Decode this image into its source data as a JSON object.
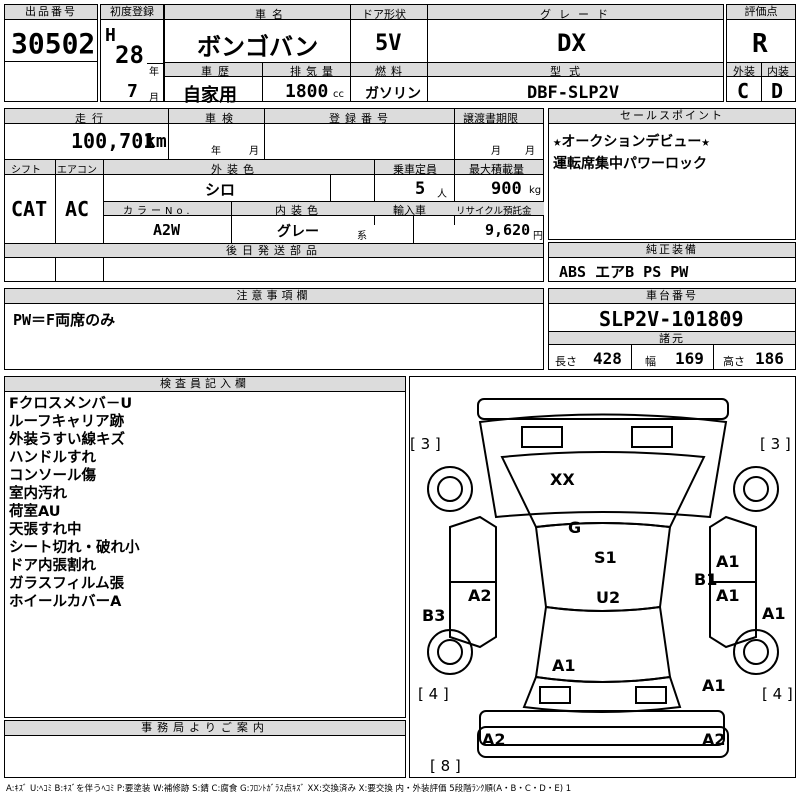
{
  "labels": {
    "lot_no": "出品番号",
    "first_reg": "初度登録",
    "car_name": "車名",
    "door": "ドア形状",
    "grade": "グレード",
    "score": "評価点",
    "history": "車歴",
    "displacement": "排気量",
    "fuel": "燃料",
    "model": "型式",
    "exterior": "外装",
    "interior": "内装",
    "mileage": "走行",
    "inspection": "車検",
    "reg_no": "登録番号",
    "transfer": "譲渡書期限",
    "sales_point": "セールスポイント",
    "shift": "シフト",
    "aircon": "エアコン",
    "ext_color": "外装色",
    "capacity": "乗車定員",
    "max_load": "最大積載量",
    "color_no": "カラーNo.",
    "int_color": "内装色",
    "import": "輸入車",
    "recycle": "リサイクル預託金",
    "later_parts": "後日発送部品",
    "options": "純正装備",
    "notes": "注意事項欄",
    "chassis": "車台番号",
    "specs": "諸元",
    "inspector": "検査員記入欄",
    "office": "事務局よりご案内",
    "year_u": "年",
    "month_u": "月",
    "km_u": "km",
    "cc_u": "cc",
    "person_u": "人",
    "kg_u": "kg",
    "yen_u": "円",
    "series_u": "系",
    "len_l": "長さ",
    "wid_l": "幅",
    "hgt_l": "高さ"
  },
  "values": {
    "lot_no": "30502",
    "era": "H",
    "year": "28",
    "month": "7",
    "car_name": "ボンゴバン",
    "door": "5V",
    "grade": "DX",
    "score": "R",
    "history": "自家用",
    "displacement": "1800",
    "fuel": "ガソリン",
    "model": "DBF-SLP2V",
    "exterior": "C",
    "interior": "D",
    "mileage": "100,701",
    "shift": "CAT",
    "aircon": "AC",
    "ext_color": "シロ",
    "capacity": "5",
    "max_load": "900",
    "color_no": "A2W",
    "int_color": "グレー",
    "recycle": "9,620",
    "sales_points": [
      "★オークションデビュー★",
      "運転席集中パワーロック"
    ],
    "options": "ABS エアB PS PW",
    "notes": "PW＝F両席のみ",
    "chassis": "SLP2V-101809",
    "length": "428",
    "width": "169",
    "height": "186",
    "inspector_notes": [
      "Fクロスメンバ－U",
      "ルーフキャリア跡",
      "外装うすい線キズ",
      "ハンドルすれ",
      "コンソール傷",
      "室内汚れ",
      "荷室AU",
      "天張すれ中",
      "シート切れ・破れ小",
      "ドア内張割れ",
      "ガラスフィルム張",
      "ホイールカバーA"
    ]
  },
  "diagram": {
    "marks": [
      "[ 3 ]",
      "[ 3 ]",
      "XX",
      "G",
      "S1",
      "U2",
      "A2",
      "A1",
      "B1",
      "A1",
      "A1",
      "B3",
      "A1",
      "A1",
      "[ 4 ]",
      "[ 4 ]",
      "A2",
      "A2",
      "[ 8 ]"
    ]
  },
  "legend": "A:ｷｽﾞ U:ﾍｺﾐ B:ｷｽﾞを伴うﾍｺﾐ P:要塗装 W:補修跡 S:錆 C:腐食 G:ﾌﾛﾝﾄｶﾞﾗｽ点ｷｽﾞ XX:交換済み X:要交換 内・外装評価 5段階ﾗﾝｸ順(A・B・C・D・E) 1"
}
